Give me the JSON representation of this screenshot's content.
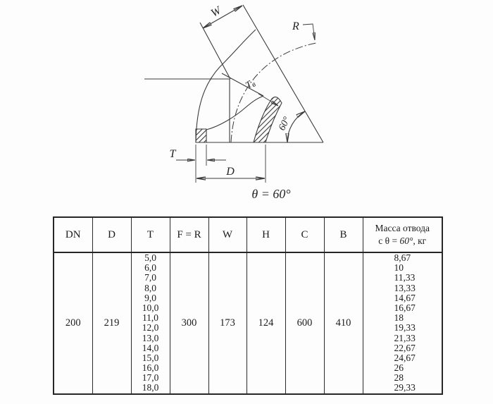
{
  "drawing": {
    "labels": {
      "w": "W",
      "r": "R",
      "t": "T",
      "d": "D",
      "tv_main": "Т",
      "tv_sub": "в",
      "angle": "60°",
      "caption": "θ = 60°"
    },
    "colors": {
      "line": "#3a3a3a",
      "text": "#242424"
    }
  },
  "table": {
    "headers": [
      "DN",
      "D",
      "T",
      "F = R",
      "W",
      "H",
      "C",
      "B"
    ],
    "mass_header": {
      "line1": "Масса отвода",
      "line2_prefix": "с θ = ",
      "line2_angle": "60°",
      "line2_suffix": ", кг"
    },
    "values": {
      "dn": "200",
      "d": "219",
      "f_r": "300",
      "w": "173",
      "h": "124",
      "c": "600",
      "b": "410"
    },
    "t_values": [
      "5,0",
      "6,0",
      "7,0",
      "8,0",
      "9,0",
      "10,0",
      "11,0",
      "12,0",
      "13,0",
      "14,0",
      "15,0",
      "16,0",
      "17,0",
      "18,0"
    ],
    "mass_values": [
      "8,67",
      "10",
      "11,33",
      "13,33",
      "14,67",
      "16,67",
      "18",
      "19,33",
      "21,33",
      "22,67",
      "24,67",
      "26",
      "28",
      "29,33"
    ]
  }
}
